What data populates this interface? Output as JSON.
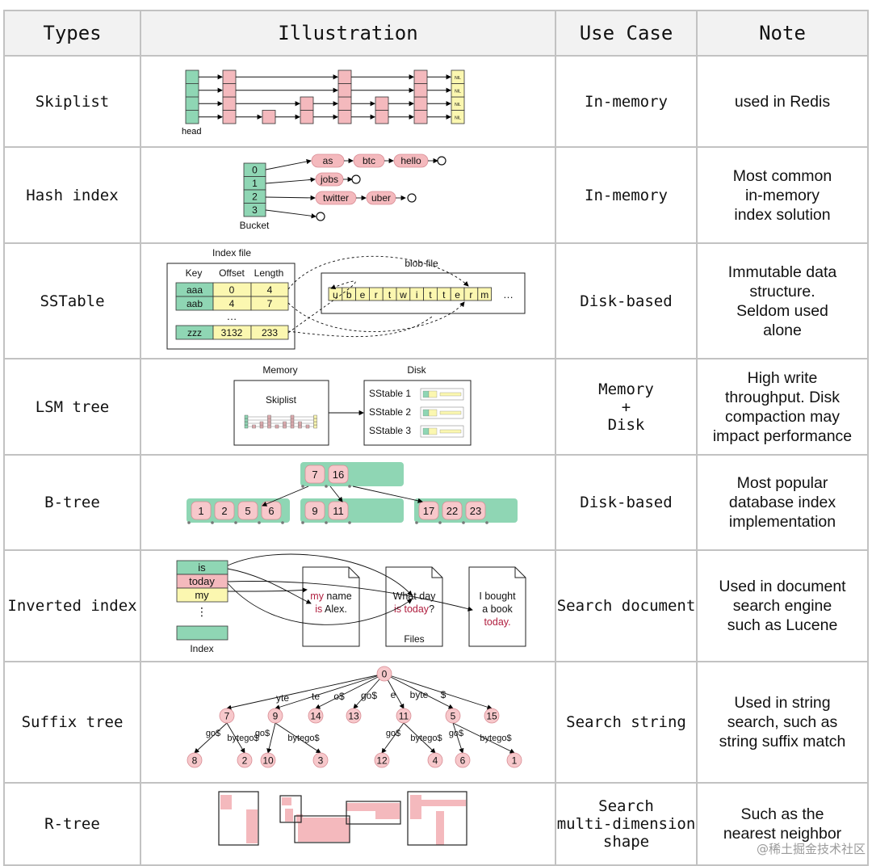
{
  "headers": {
    "types": "Types",
    "illustration": "Illustration",
    "use_case": "Use Case",
    "note": "Note"
  },
  "rows": [
    {
      "type": "Skiplist",
      "use": [
        "In-memory"
      ],
      "note": [
        "used in Redis"
      ]
    },
    {
      "type": "Hash index",
      "use": [
        "In-memory"
      ],
      "note": [
        "Most common",
        "in-memory",
        "index solution"
      ]
    },
    {
      "type": "SSTable",
      "use": [
        "Disk-based"
      ],
      "note": [
        "Immutable data",
        "structure.",
        "Seldom used",
        "alone"
      ]
    },
    {
      "type": "LSM tree",
      "use": [
        "Memory",
        "+",
        "Disk"
      ],
      "note": [
        "High write",
        "throughput. Disk",
        "compaction may",
        "impact performance"
      ]
    },
    {
      "type": "B-tree",
      "use": [
        "Disk-based"
      ],
      "note": [
        "Most popular",
        "database index",
        "implementation"
      ]
    },
    {
      "type": "Inverted index",
      "use": [
        "Search document"
      ],
      "note": [
        "Used in document",
        "search engine",
        "such as Lucene"
      ]
    },
    {
      "type": "Suffix tree",
      "use": [
        "Search string"
      ],
      "note": [
        "Used in string",
        "search, such as",
        "string suffix match"
      ]
    },
    {
      "type": "R-tree",
      "use": [
        "Search",
        "multi-dimension",
        "shape"
      ],
      "note": [
        "Such as the",
        "nearest neighbor"
      ]
    }
  ],
  "skiplist": {
    "head": "head",
    "nil": "NIL"
  },
  "hash": {
    "buckets": [
      "0",
      "1",
      "2",
      "3"
    ],
    "bucket_label": "Bucket",
    "chain0": [
      "as",
      "btc",
      "hello"
    ],
    "chain1": [
      "jobs"
    ],
    "chain2": [
      "twitter",
      "uber"
    ]
  },
  "sstable": {
    "index_title": "Index file",
    "blob_title": "blob file",
    "cols": [
      "Key",
      "Offset",
      "Length"
    ],
    "rows": [
      [
        "aaa",
        "0",
        "4"
      ],
      [
        "aab",
        "4",
        "7"
      ],
      [
        "zzz",
        "3132",
        "233"
      ]
    ],
    "ellipsis": "…",
    "vdots": "…",
    "blob": [
      "u",
      "b",
      "e",
      "r",
      "t",
      "w",
      "i",
      "t",
      "t",
      "e",
      "r",
      "m"
    ]
  },
  "lsm": {
    "memory": "Memory",
    "disk": "Disk",
    "skiplist": "Skiplist",
    "tables": [
      "SStable 1",
      "SStable 2",
      "SStable 3"
    ]
  },
  "btree": {
    "root": [
      "7",
      "16"
    ],
    "leaves": [
      [
        "1",
        "2",
        "5",
        "6"
      ],
      [
        "9",
        "11"
      ],
      [
        "17",
        "22",
        "23"
      ]
    ]
  },
  "inverted": {
    "terms": [
      "is",
      "today",
      "my"
    ],
    "vdots": "⋮",
    "index_label": "Index",
    "files_label": "Files",
    "doc1": [
      [
        [
          "my",
          "r"
        ],
        [
          " name",
          "k"
        ]
      ],
      [
        [
          "is",
          "r"
        ],
        [
          " Alex.",
          "k"
        ]
      ]
    ],
    "doc2": [
      [
        [
          "What day",
          "k"
        ]
      ],
      [
        [
          "is today",
          "r"
        ],
        [
          "?",
          "k"
        ]
      ]
    ],
    "doc3": [
      [
        [
          "I bought",
          "k"
        ]
      ],
      [
        [
          "a book",
          "k"
        ]
      ],
      [
        [
          "today.",
          "r"
        ]
      ]
    ]
  },
  "suffix": {
    "root": "0",
    "children": [
      "7",
      "9",
      "14",
      "13",
      "11",
      "5",
      "15"
    ],
    "edges": [
      "yte",
      "te",
      "o$",
      "go$",
      "e",
      "byte",
      "$"
    ],
    "leaves": [
      "8",
      "2",
      "10",
      "3",
      "12",
      "4",
      "6",
      "1"
    ],
    "leaf_edges": [
      "go$",
      "bytego$",
      "go$",
      "bytego$",
      "go$",
      "bytego$",
      "go$",
      "bytego$"
    ]
  },
  "watermark": "@稀土掘金技术社区",
  "colors": {
    "green": "#8fd6b4",
    "pink": "#f4b9bd",
    "yellow": "#fbf7b0",
    "node": "#f7c8cb",
    "nodeStroke": "#d88c94",
    "border": "#c2c2c2",
    "header": "#f2f2f2",
    "red": "#b02040"
  }
}
